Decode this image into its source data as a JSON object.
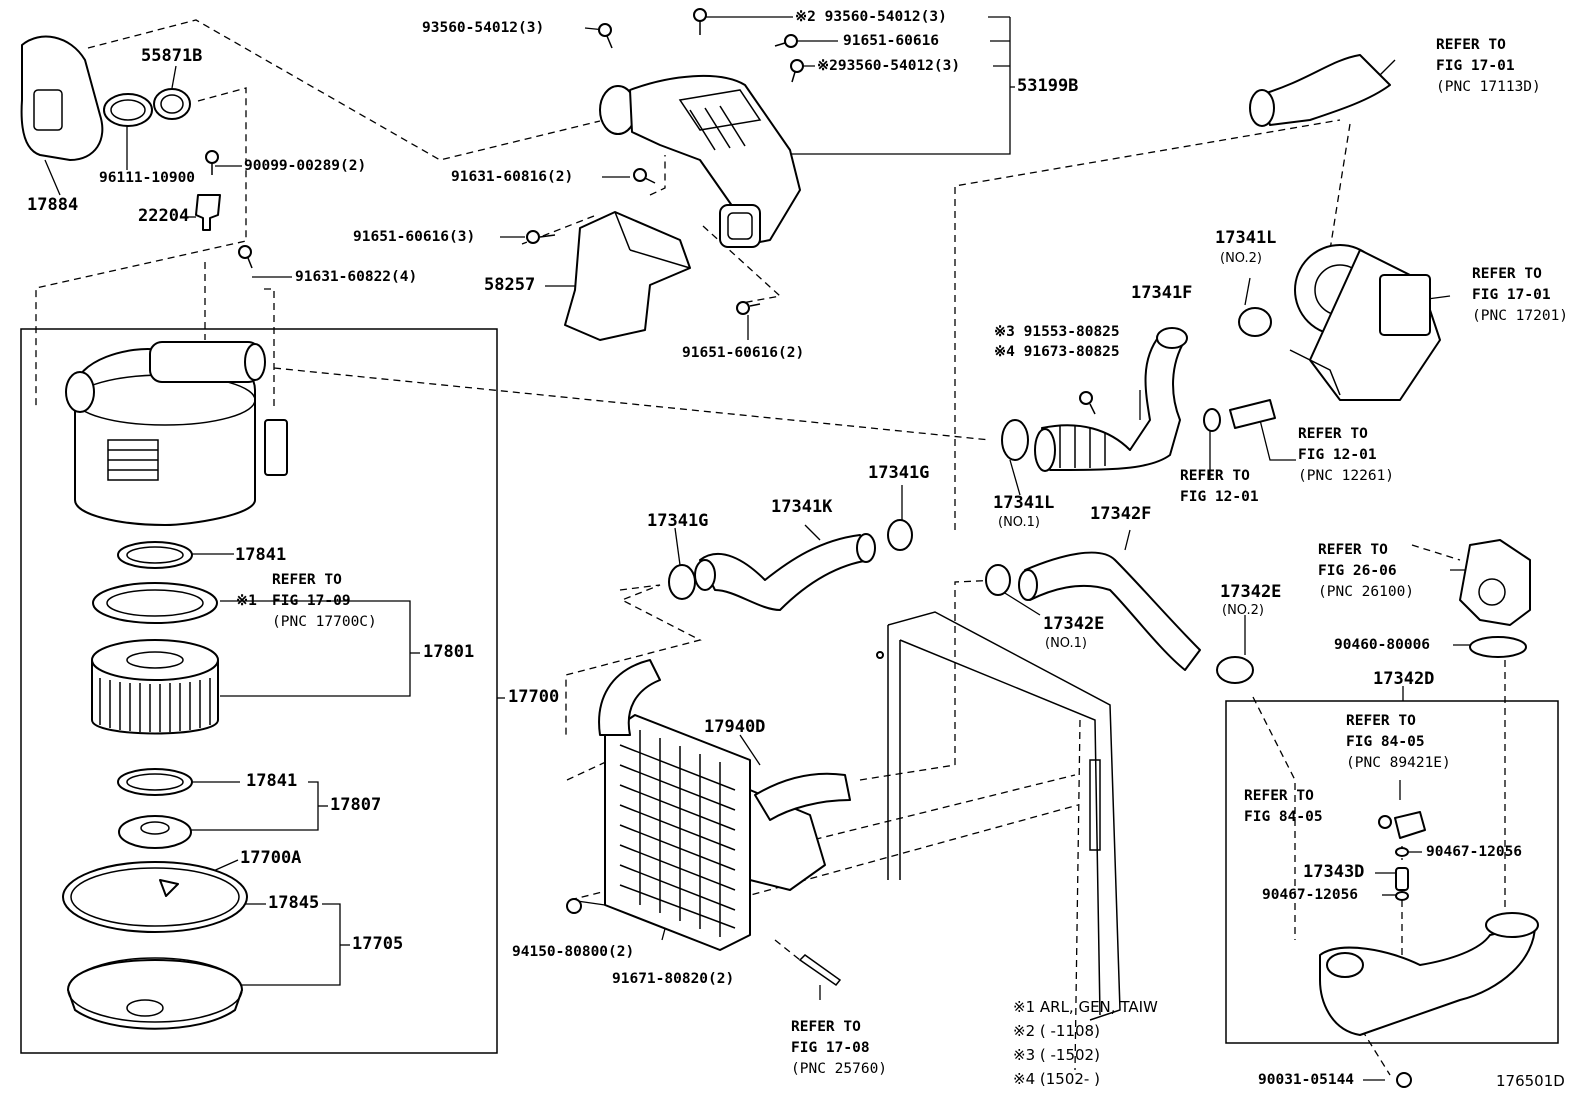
{
  "parts": {
    "p93560_54012_3_left": "93560-54012(3)",
    "p93560_54012_3_top": "※2 93560-54012(3)",
    "p91651_60616_top": "91651-60616",
    "p93560_54012_3_mid": "※293560-54012(3)",
    "p53199B": "53199B",
    "p55871B": "55871B",
    "p17884": "17884",
    "p96111_10900": "96111-10900",
    "p90099_00289_2": "90099-00289(2)",
    "p22204": "22204",
    "p91631_60816_2": "91631-60816(2)",
    "p91651_60616_3": "91651-60616(3)",
    "p58257": "58257",
    "p91631_60822_4": "91631-60822(4)",
    "p91651_60616_2": "91651-60616(2)",
    "p17841_a": "17841",
    "p17801": "17801",
    "p17700": "17700",
    "p17841_b": "17841",
    "p17807": "17807",
    "p17700A": "17700A",
    "p17845": "17845",
    "p17705": "17705",
    "p17341L_no2": "17341L",
    "no2_a": "(NO.2)",
    "p17341F": "17341F",
    "p91553_80825": "※3 91553-80825",
    "p91673_80825": "※4 91673-80825",
    "p17341G_a": "17341G",
    "p17341G_b": "17341G",
    "p17341K": "17341K",
    "p17341L_no1": "17341L",
    "no1_a": "(NO.1)",
    "p17342F": "17342F",
    "p17342E_no1": "17342E",
    "no1_b": "(NO.1)",
    "p17342E_no2": "17342E",
    "no2_b": "(NO.2)",
    "p90460_80006": "90460-80006",
    "p17342D": "17342D",
    "p17940D": "17940D",
    "p94150_80800_2": "94150-80800(2)",
    "p91671_80820_2": "91671-80820(2)",
    "p90467_12056_a": "90467-12056",
    "p17343D": "17343D",
    "p90467_12056_b": "90467-12056",
    "p90031_05144": "90031-05144"
  },
  "refs": {
    "r17113D": [
      "REFER TO",
      "FIG 17-01",
      "(PNC 17113D)"
    ],
    "r17201": [
      "REFER TO",
      "FIG 17-01",
      "(PNC 17201)"
    ],
    "r12261": [
      "REFER TO",
      "FIG 12-01",
      "(PNC 12261)"
    ],
    "r12_01": [
      "REFER TO",
      "FIG 12-01"
    ],
    "r17700C": [
      "REFER TO",
      "FIG 17-09",
      "(PNC 17700C)"
    ],
    "r26100": [
      "REFER TO",
      "FIG 26-06",
      "(PNC 26100)"
    ],
    "r89421E": [
      "REFER TO",
      "FIG 84-05",
      "(PNC 89421E)"
    ],
    "r84_05": [
      "REFER TO",
      "FIG 84-05"
    ],
    "r25760": [
      "REFER TO",
      "FIG 17-08",
      "(PNC 25760)"
    ]
  },
  "mark1": "※1",
  "notes": [
    "※1  ARL, GEN, TAIW",
    "※2 (      -1108)",
    "※3 (       -1502)",
    "※4 (1502-       )"
  ],
  "figure_id": "176501D"
}
